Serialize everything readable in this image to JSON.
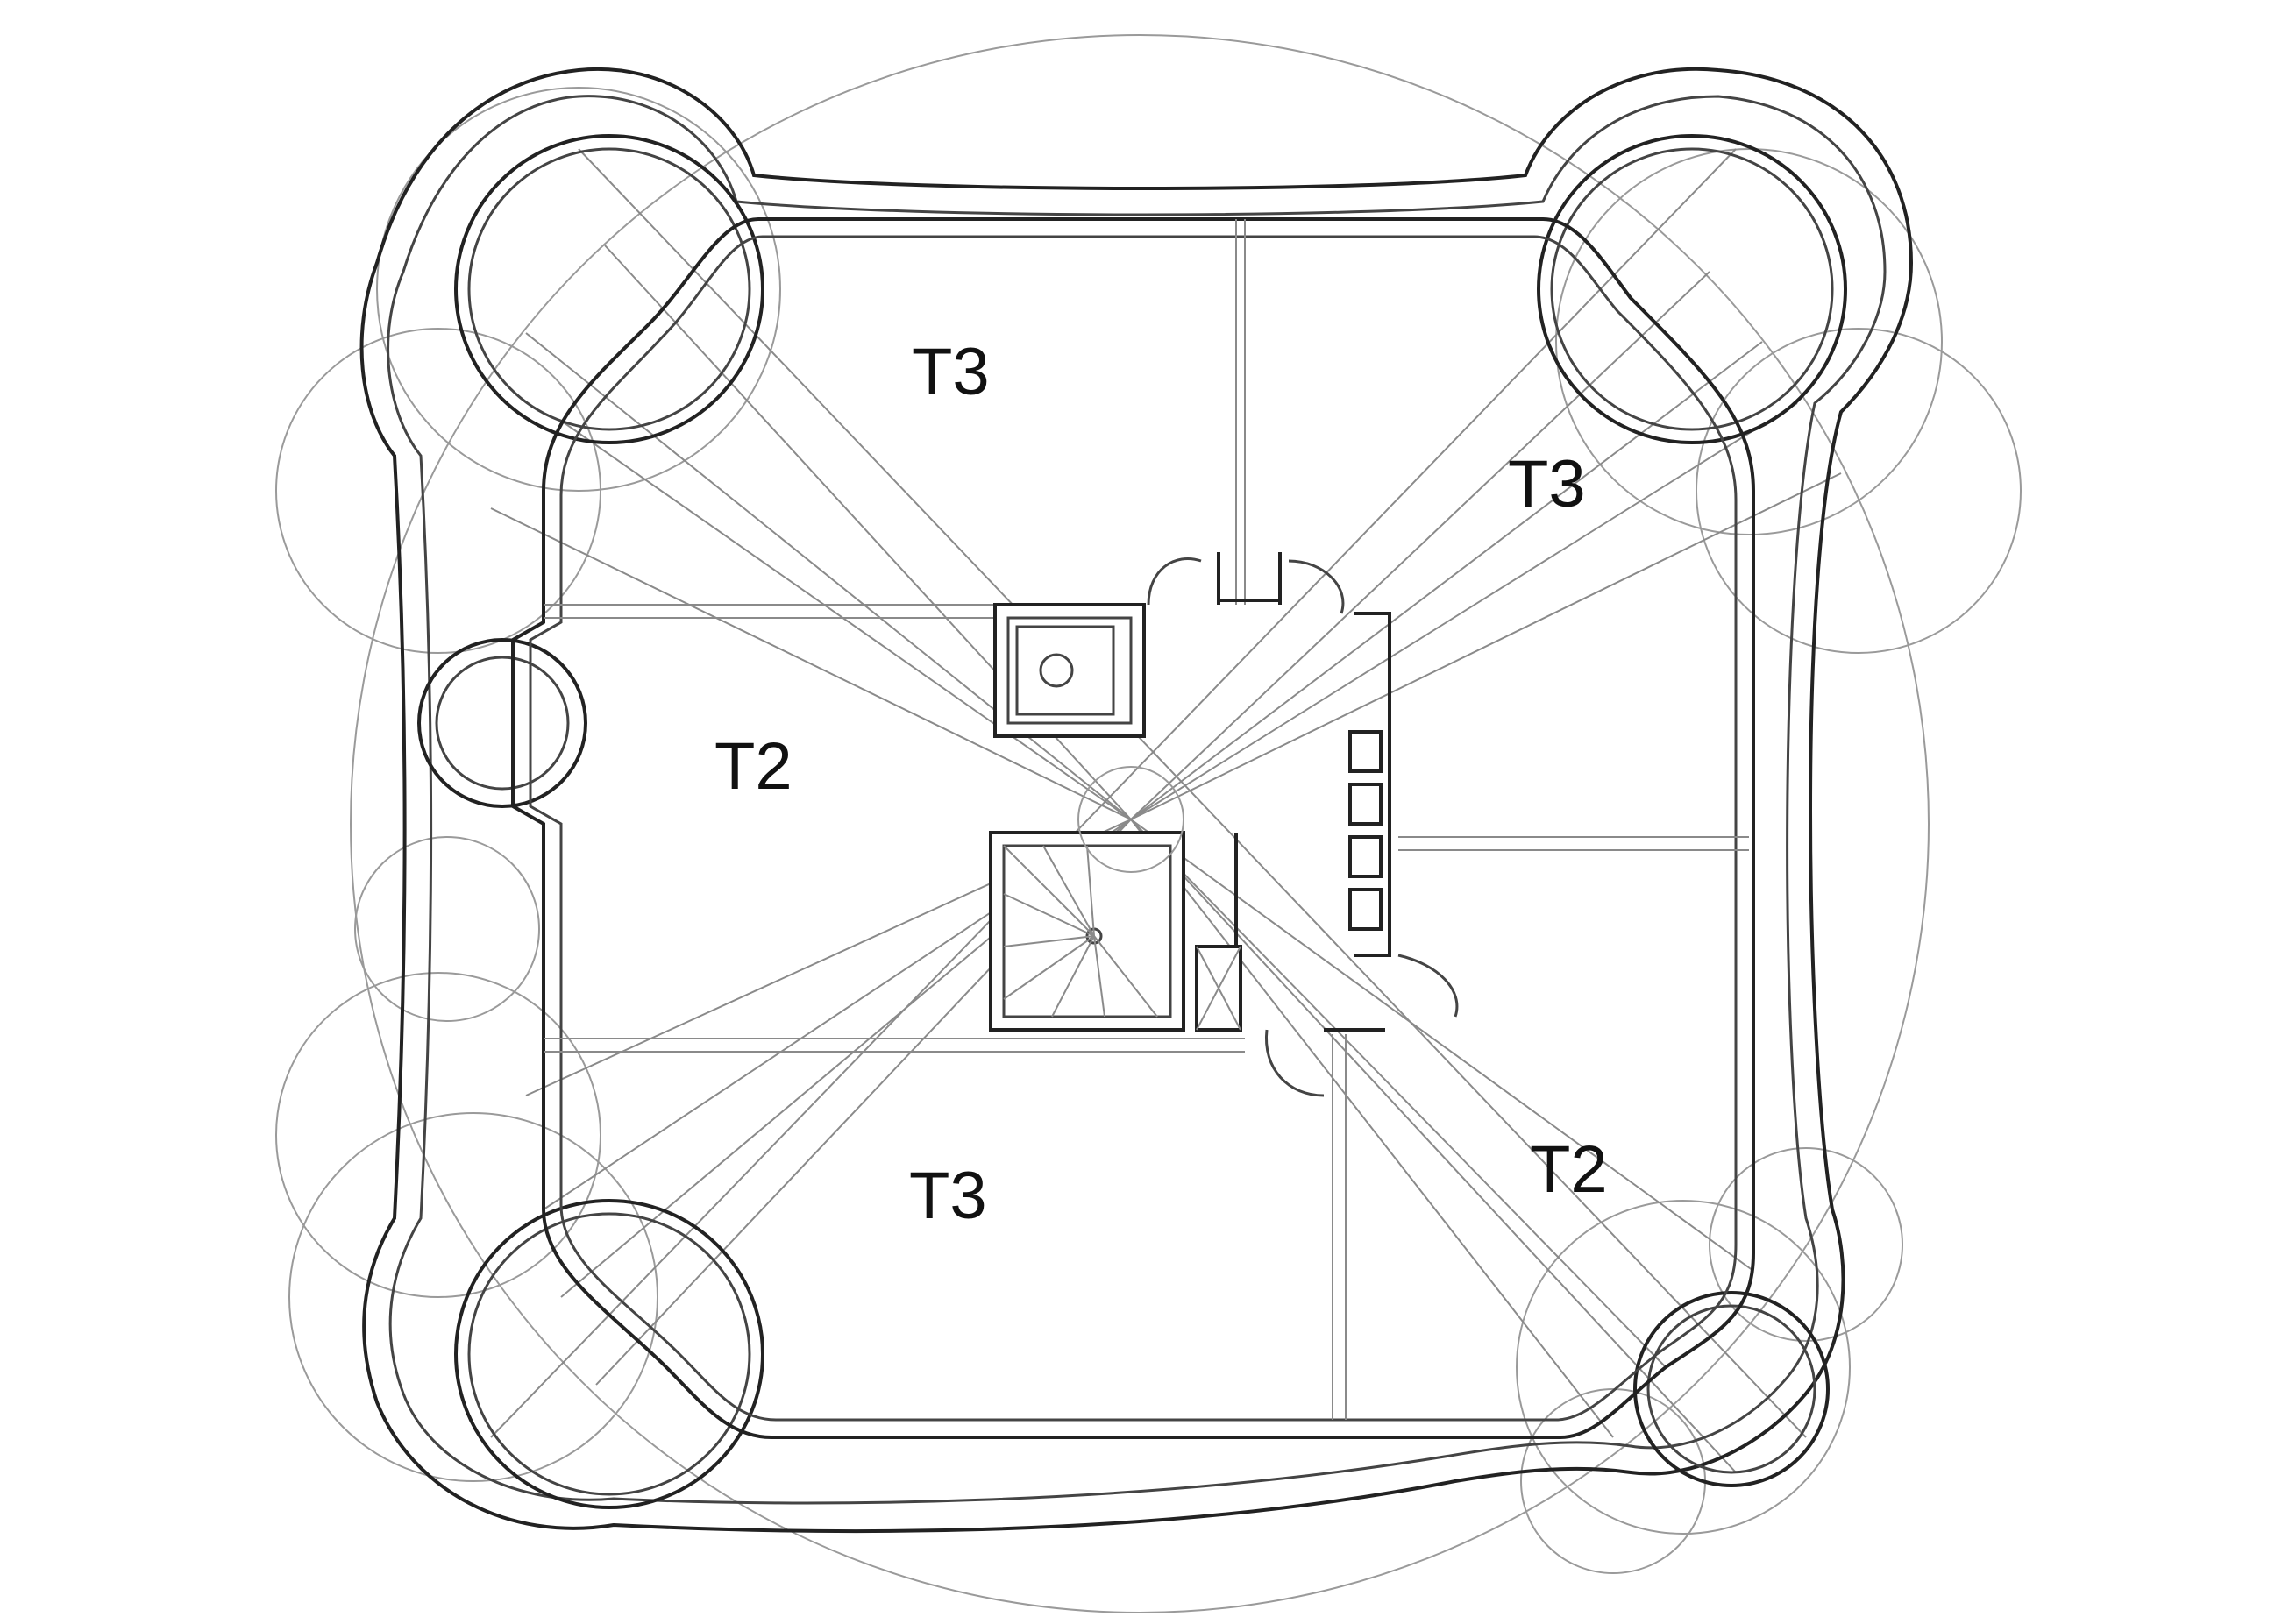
{
  "rooms": [
    {
      "id": "nw",
      "label": "T3"
    },
    {
      "id": "ne",
      "label": "T3"
    },
    {
      "id": "w",
      "label": "T2"
    },
    {
      "id": "sw",
      "label": "T3"
    },
    {
      "id": "se",
      "label": "T2"
    }
  ],
  "colors": {
    "wall": "#222222",
    "construction_line": "#9a9a9a",
    "background": "#ffffff"
  }
}
